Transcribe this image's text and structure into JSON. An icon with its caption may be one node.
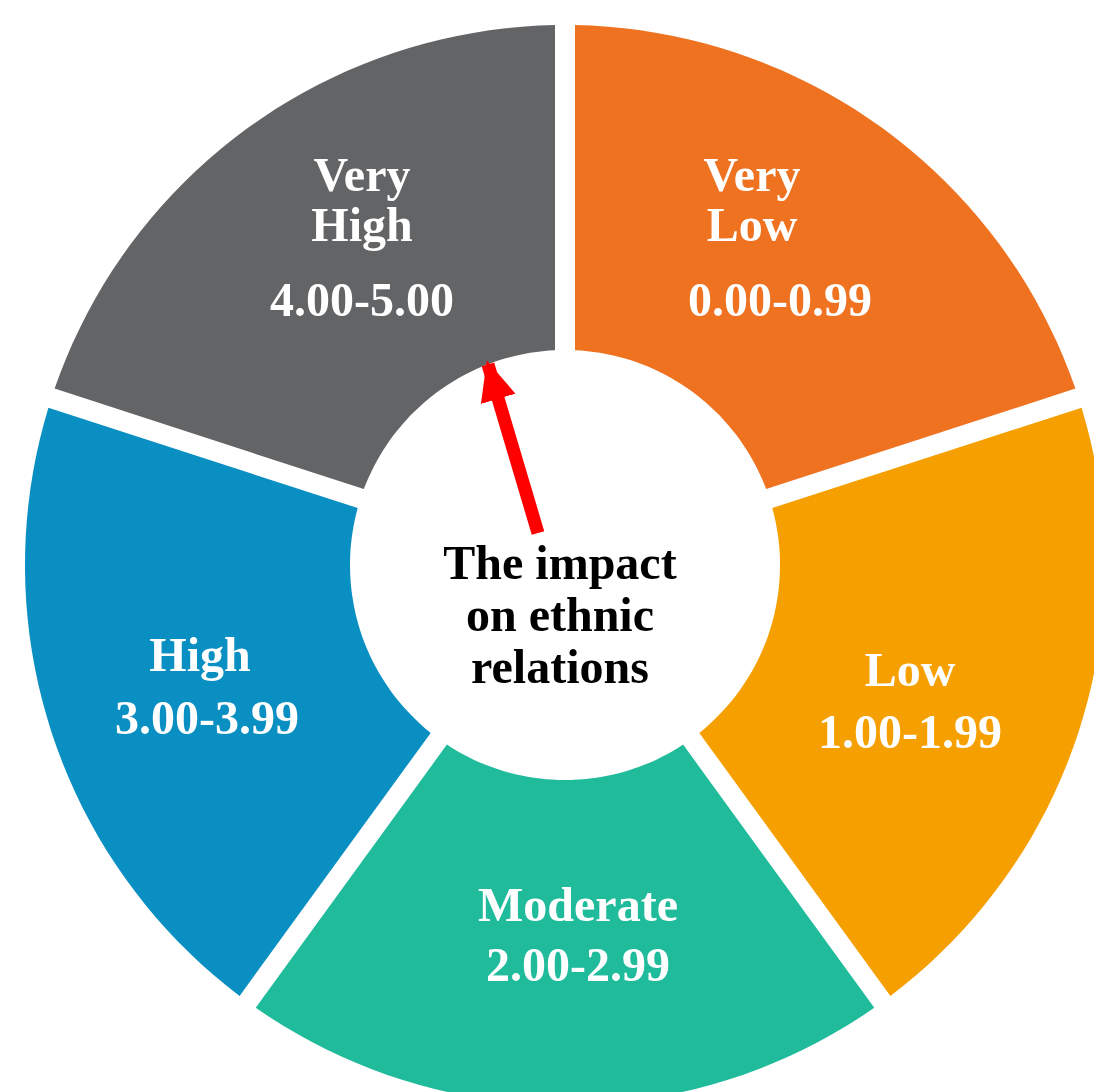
{
  "diagram": {
    "nodes": [
      {
        "text": [
          "Very High",
          "4.00-5.00"
        ]
      },
      {
        "text": [
          "Very Low",
          "0.00-0.99"
        ]
      },
      {
        "text": [
          "High",
          "3.00-3.99"
        ]
      },
      {
        "text": [
          "The impact on ethnic relations"
        ]
      },
      {
        "text": [
          "Low",
          "1.00-1.99"
        ]
      },
      {
        "text": [
          "Moderate",
          "2.00-2.99"
        ]
      }
    ],
    "edges": [
      {
        "from": 3,
        "to": 0,
        "arrow": "to",
        "color": "#ff0000"
      }
    ]
  }
}
